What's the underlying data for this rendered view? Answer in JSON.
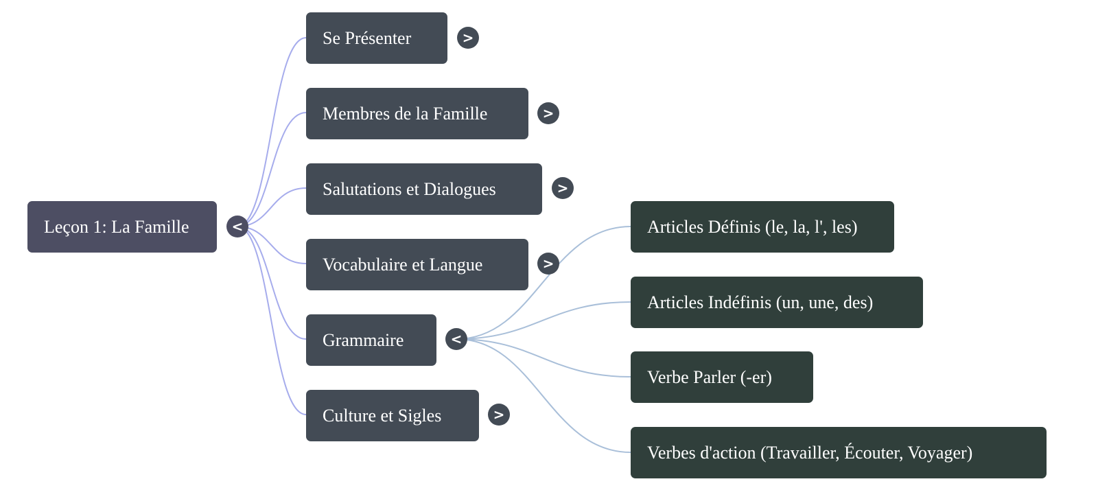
{
  "root": {
    "label": "Leçon 1: La Famille",
    "toggle": "<"
  },
  "topics": [
    {
      "label": "Se Présenter",
      "toggle": ">"
    },
    {
      "label": "Membres de la Famille",
      "toggle": ">"
    },
    {
      "label": "Salutations et Dialogues",
      "toggle": ">"
    },
    {
      "label": "Vocabulaire et Langue",
      "toggle": ">"
    },
    {
      "label": "Grammaire",
      "toggle": "<"
    },
    {
      "label": "Culture et Sigles",
      "toggle": ">"
    }
  ],
  "grammar_children": [
    {
      "label": "Articles Définis (le, la, l', les)"
    },
    {
      "label": "Articles Indéfinis (un, une, des)"
    },
    {
      "label": "Verbe Parler (-er)"
    },
    {
      "label": "Verbes d'action (Travailler, Écouter, Voyager)"
    }
  ],
  "colors": {
    "root_node": "#4d4e63",
    "topic_node": "#434b55",
    "leaf_node": "#303f3b",
    "root_edges": "#a6acec",
    "grammar_edges": "#a9bfd9",
    "node_text": "#ffffff"
  }
}
